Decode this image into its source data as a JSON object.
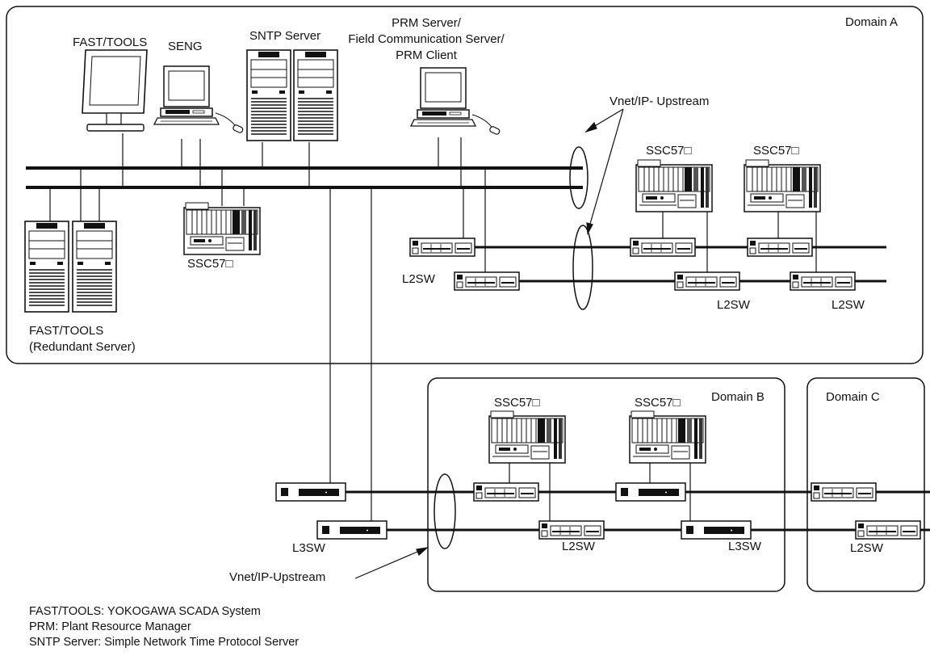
{
  "domains": {
    "a": "Domain A",
    "b": "Domain B",
    "c": "Domain C"
  },
  "devices": {
    "fast_tools": "FAST/TOOLS",
    "seng": "SENG",
    "sntp_server": "SNTP Server",
    "prm_line1": "PRM Server/",
    "prm_line2": "Field Communication Server/",
    "prm_line3": "PRM Client",
    "redundant_line1": "FAST/TOOLS",
    "redundant_line2": "(Redundant Server)",
    "ssc": "SSC57□",
    "l2sw": "L2SW",
    "l3sw": "L3SW"
  },
  "network": {
    "upstream_top": "Vnet/IP- Upstream",
    "upstream_bottom": "Vnet/IP-Upstream"
  },
  "legend": [
    "FAST/TOOLS: YOKOGAWA SCADA System",
    "PRM: Plant Resource Manager",
    "SNTP Server: Simple Network Time Protocol Server"
  ]
}
